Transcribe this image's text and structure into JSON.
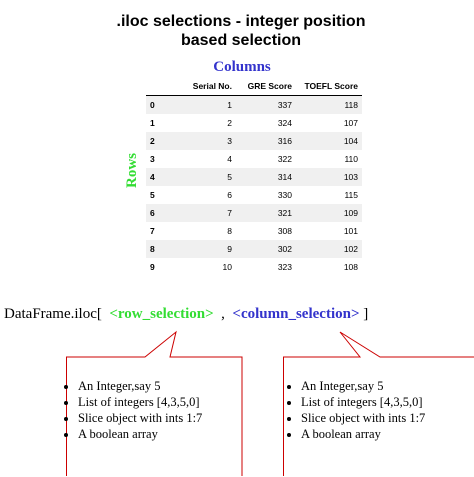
{
  "title_line1": ".iloc selections - integer position",
  "title_line2": "based selection",
  "columns_label": "Columns",
  "rows_label": "Rows",
  "table": {
    "headers": [
      "Serial No.",
      "GRE Score",
      "TOEFL Score"
    ],
    "rows": [
      {
        "index": "0",
        "serial": "1",
        "gre": "337",
        "toefl": "118"
      },
      {
        "index": "1",
        "serial": "2",
        "gre": "324",
        "toefl": "107"
      },
      {
        "index": "2",
        "serial": "3",
        "gre": "316",
        "toefl": "104"
      },
      {
        "index": "3",
        "serial": "4",
        "gre": "322",
        "toefl": "110"
      },
      {
        "index": "4",
        "serial": "5",
        "gre": "314",
        "toefl": "103"
      },
      {
        "index": "5",
        "serial": "6",
        "gre": "330",
        "toefl": "115"
      },
      {
        "index": "6",
        "serial": "7",
        "gre": "321",
        "toefl": "109"
      },
      {
        "index": "7",
        "serial": "8",
        "gre": "308",
        "toefl": "101"
      },
      {
        "index": "8",
        "serial": "9",
        "gre": "302",
        "toefl": "102"
      },
      {
        "index": "9",
        "serial": "10",
        "gre": "323",
        "toefl": "108"
      }
    ]
  },
  "iloc": {
    "prefix": "DataFrame.iloc[",
    "row_selection": "<row_selection>",
    "separator": ",",
    "column_selection": "<column_selection>",
    "suffix": "]"
  },
  "left_box": {
    "items": [
      "An Integer,say 5",
      "List of integers [4,3,5,0]",
      "Slice object with ints 1:7",
      "A boolean array"
    ]
  },
  "right_box": {
    "items": [
      "An Integer,say 5",
      "List of integers [4,3,5,0]",
      "Slice object with ints 1:7",
      "A boolean array"
    ]
  },
  "colors": {
    "rows_accent": "#33dd33",
    "columns_accent": "#3333cc",
    "callout_border": "#cc0000"
  }
}
